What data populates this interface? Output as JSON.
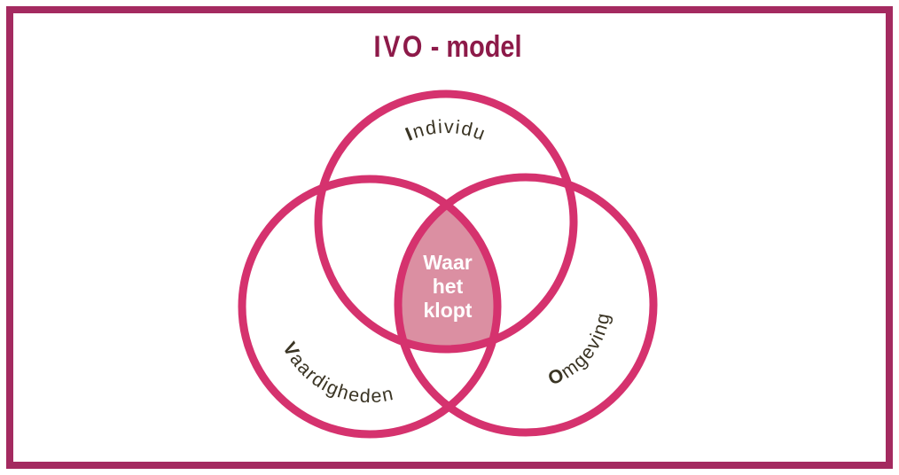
{
  "title": {
    "acronym": "IVO",
    "rest": "- model"
  },
  "venn": {
    "circles": {
      "top": {
        "label_initial": "I",
        "label_rest": "ndividu"
      },
      "bottom_left": {
        "label_initial": "V",
        "label_rest": "aardigheden"
      },
      "bottom_right": {
        "label_initial": "O",
        "label_rest": "mgeving"
      }
    },
    "center": {
      "lines": [
        "Waar",
        "het",
        "klopt"
      ]
    }
  },
  "theme": {
    "background": "#ffffff",
    "frame-color": "#a42a60",
    "title-color": "#8d1a49",
    "circle-stroke": "#d5326e",
    "center-fill": "#db8fa2",
    "label-color": "#3a3424",
    "center-text-color": "#ffffff"
  }
}
